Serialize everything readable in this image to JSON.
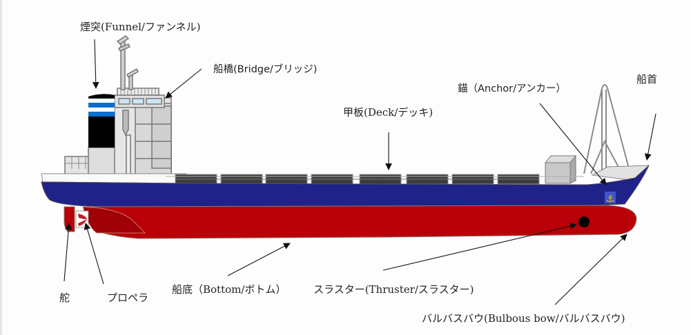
{
  "diagram": {
    "subject": "Cargo ship side profile",
    "colors": {
      "upper_hull": "#1f2289",
      "lower_hull": "#b90008",
      "stern_shade": "#a00008",
      "funnel_band": "#0a6fcf",
      "funnel_black": "#000000",
      "superstructure": "#dcdcdc",
      "window": "#cde6f5",
      "hatch": "#3c3c3c",
      "anchor_plate": "#3f56c8",
      "anchor_glyph": "#f2c200",
      "arrow": "#111111"
    },
    "labels": {
      "funnel": "煙突(Funnel/ファンネル)",
      "bridge": "船橋(Bridge/ブリッジ)",
      "deck": "甲板(Deck/デッキ)",
      "anchor": "錨（Anchor/アンカー）",
      "bow": "船首",
      "rudder": "舵",
      "propeller": "プロペラ",
      "bottom": "船底（Bottom/ボトム）",
      "thruster": "スラスター(Thruster/スラスター)",
      "bulbous_bow": "バルバスバウ(Bulbous bow/バルバスバウ)"
    }
  }
}
